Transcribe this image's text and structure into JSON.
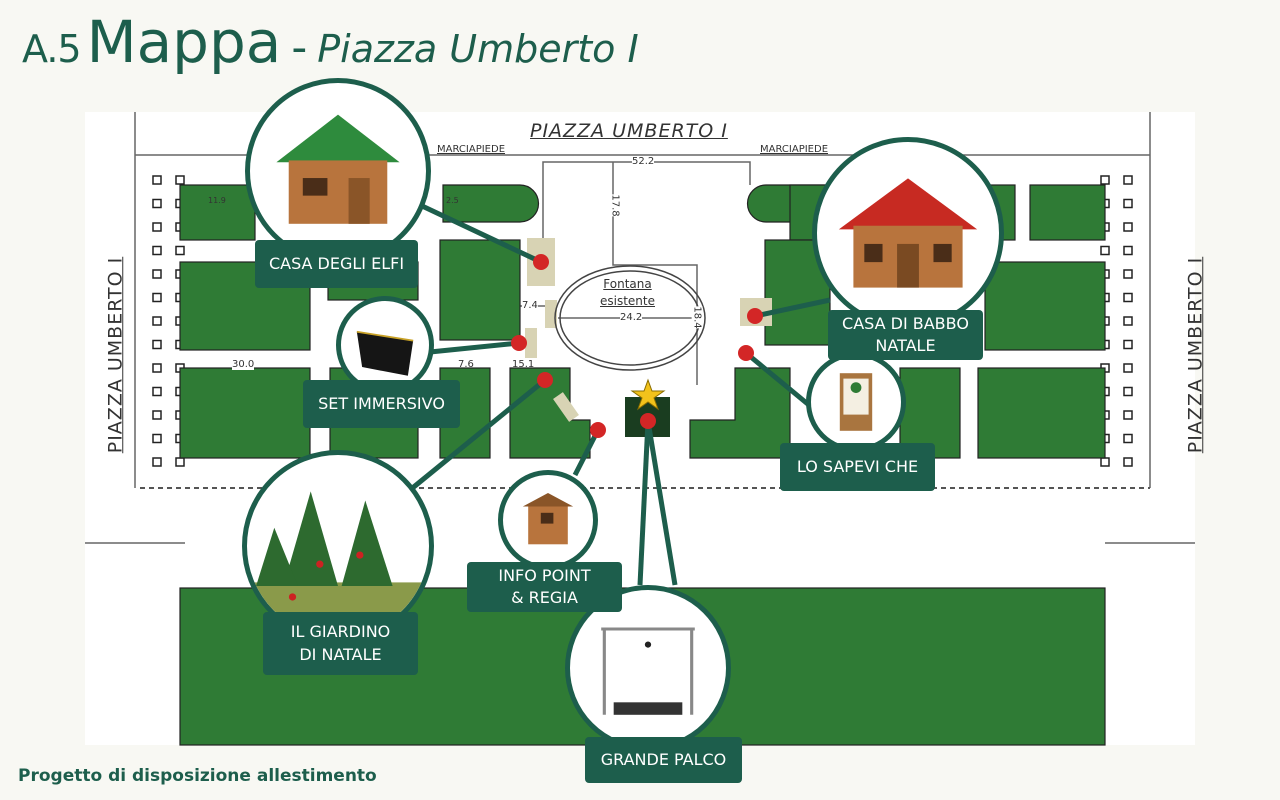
{
  "header": {
    "code": "A.5",
    "title": "Mappa",
    "dash": "-",
    "subtitle": "Piazza Umberto I"
  },
  "footer": {
    "text": "Progetto di disposizione allestimento"
  },
  "map": {
    "street_top": "PIAZZA UMBERTO I",
    "street_left": "PIAZZA UMBERTO I",
    "street_right": "PIAZZA UMBERTO I",
    "sidewalk_left": "MARCIAPIEDE",
    "sidewalk_right": "MARCIAPIEDE",
    "fountain": [
      "Fontana",
      "esistente"
    ],
    "dimensions": {
      "top_width": "52.2",
      "top_depth": "17.8",
      "fountain_width": "24.2",
      "fountain_depth": "18.4",
      "gap_a": "7.4",
      "gap_b": "7.6",
      "block_a": "15.1",
      "block_b": "30.0",
      "block_c": "11.9",
      "block_d": "2.5"
    }
  },
  "callouts": [
    {
      "id": "casa-degli-elfi",
      "label": "CASA DEGLI ELFI"
    },
    {
      "id": "set-immersivo",
      "label": "SET IMMERSIVO"
    },
    {
      "id": "giardino",
      "label": "IL GIARDINO\nDI NATALE",
      "line1": "IL GIARDINO",
      "line2": "DI NATALE"
    },
    {
      "id": "info-point",
      "label": "INFO POINT & REGIA",
      "line1": "INFO POINT",
      "line2": "& REGIA"
    },
    {
      "id": "grande-palco",
      "label": "GRANDE PALCO"
    },
    {
      "id": "lo-sapevi-che",
      "label": "LO SAPEVI CHE"
    },
    {
      "id": "casa-babbo-natale",
      "label": "CASA DI BABBO NATALE",
      "line1": "CASA DI BABBO",
      "line2": "NATALE"
    }
  ],
  "colors": {
    "brand": "#1d5e4c",
    "block": "#2f7b35",
    "marker": "#d32626",
    "pad": "#d8d3b4"
  }
}
